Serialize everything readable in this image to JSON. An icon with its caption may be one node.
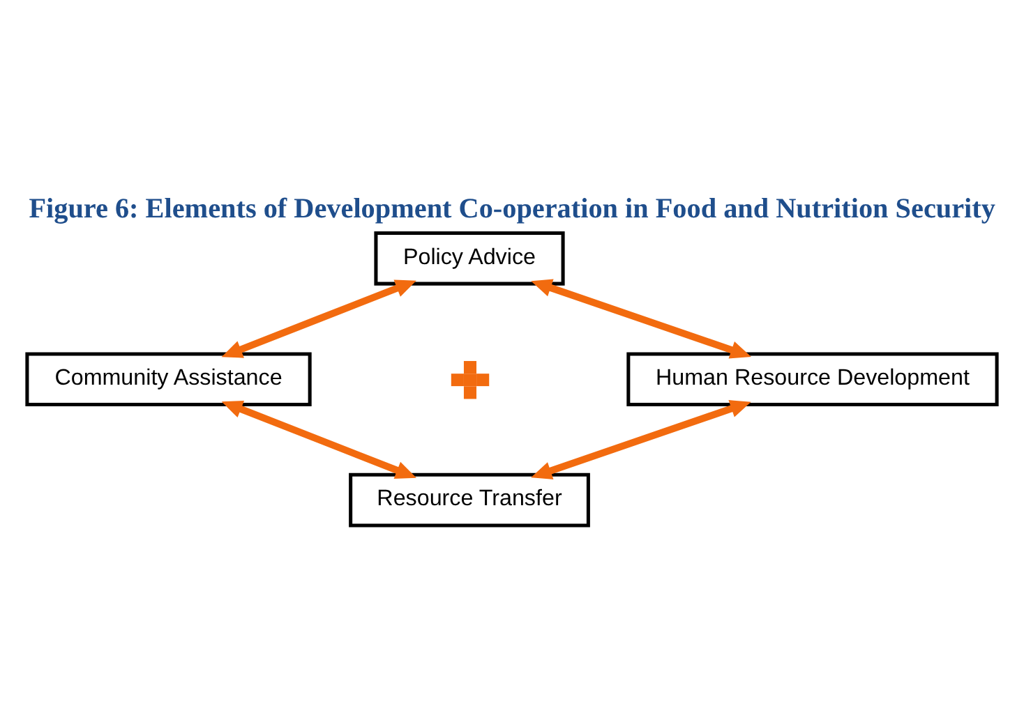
{
  "diagram": {
    "title": "Figure 6: Elements of Development Co-operation in Food and Nutrition Security",
    "nodes": [
      {
        "text": [
          "Policy Advice"
        ]
      },
      {
        "text": [
          "Community Assistance"
        ]
      },
      {
        "text": [],
        "shape": "cross"
      },
      {
        "text": [
          "Human Resource Development"
        ]
      },
      {
        "text": [
          "Resource Transfer"
        ]
      }
    ],
    "edges": [
      {
        "from": 1,
        "to": 0,
        "arrow": "both"
      },
      {
        "from": 0,
        "to": 3,
        "arrow": "both"
      },
      {
        "from": 1,
        "to": 4,
        "arrow": "both"
      },
      {
        "from": 4,
        "to": 3,
        "arrow": "both"
      }
    ]
  }
}
